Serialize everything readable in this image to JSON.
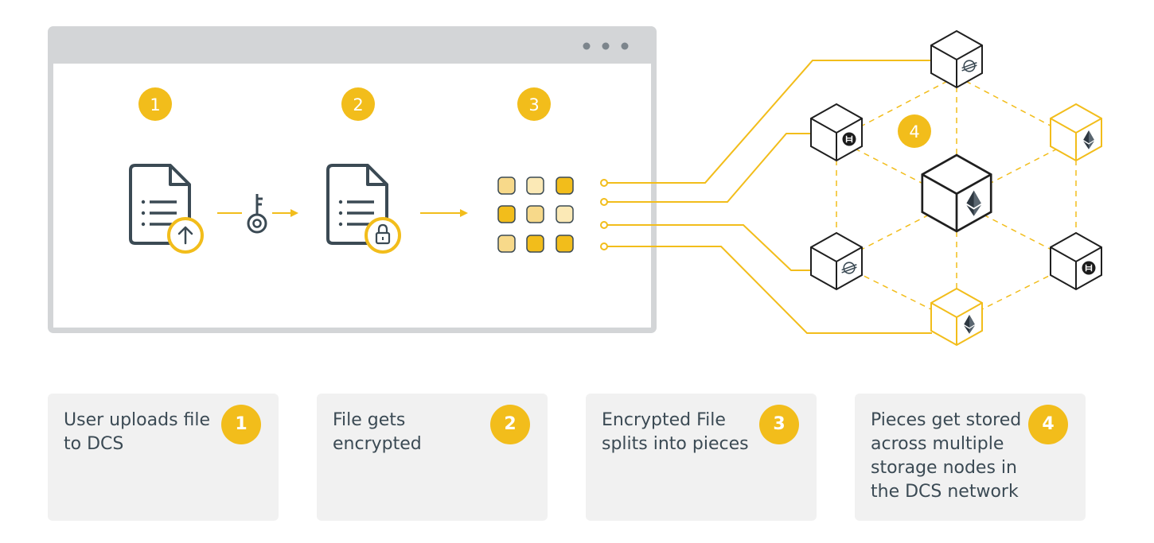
{
  "window": {
    "step_markers": [
      "1",
      "2",
      "3"
    ]
  },
  "network": {
    "marker": "4",
    "nodes": [
      {
        "icon": "stellar-icon",
        "highlight": false
      },
      {
        "icon": "hedera-icon",
        "highlight": false
      },
      {
        "icon": "ethereum-icon",
        "highlight": true
      },
      {
        "icon": "ethereum-icon",
        "highlight": false
      },
      {
        "icon": "stellar-icon",
        "highlight": false
      },
      {
        "icon": "hedera-icon",
        "highlight": false
      },
      {
        "icon": "ethereum-icon",
        "highlight": true
      }
    ]
  },
  "pieces": [
    "#f7d98a",
    "#fbe9b6",
    "#f2bd1b",
    "#f2bd1b",
    "#f7d98a",
    "#fbe9b6",
    "#f7d98a",
    "#f2bd1b",
    "#f2bd1b"
  ],
  "steps": [
    {
      "number": "1",
      "text": "User uploads file to DCS"
    },
    {
      "number": "2",
      "text": "File gets encrypted"
    },
    {
      "number": "3",
      "text": "Encrypted File splits into pieces"
    },
    {
      "number": "4",
      "text": "Pieces get stored across multiple storage nodes in the DCS network"
    }
  ],
  "colors": {
    "accent": "#f2bd1b",
    "dark": "#3b4a54",
    "window_frame": "#d3d5d7",
    "card_bg": "#f1f1f1"
  }
}
